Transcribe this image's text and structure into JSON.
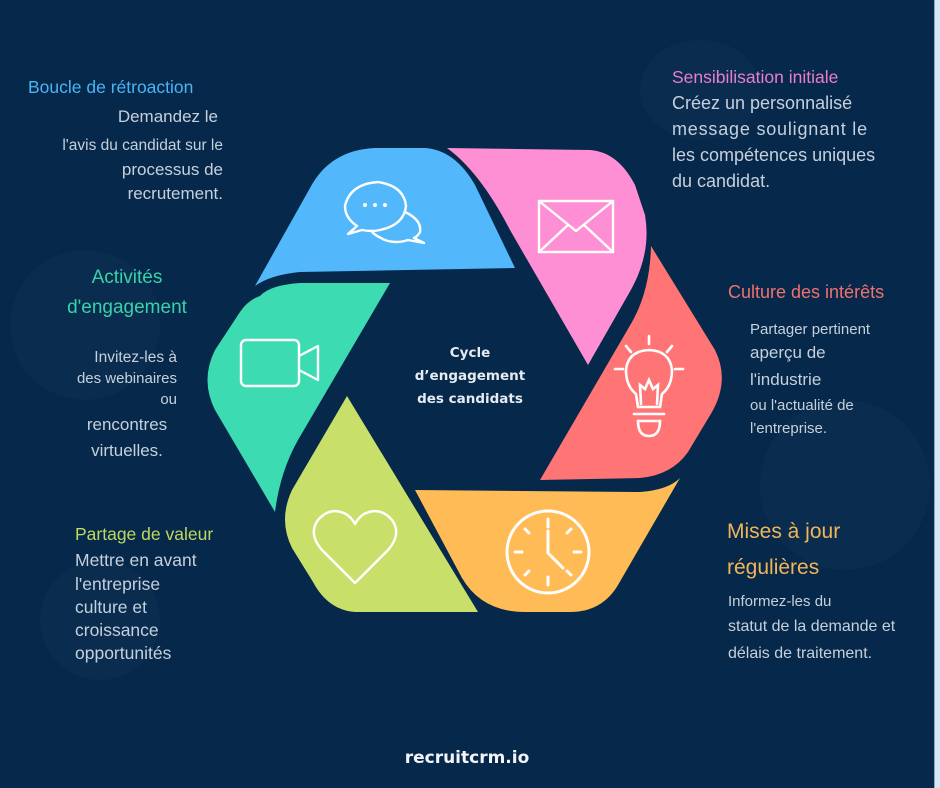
{
  "colors": {
    "background": "#06284a",
    "blue": "#52b8fb",
    "pink": "#ff8fd4",
    "red": "#ff7575",
    "orange": "#ffbb55",
    "lime": "#c8e06a",
    "teal": "#3ddbb2",
    "body_text": "#c6d0dc"
  },
  "center": {
    "line1": "Cycle",
    "line2": "d’engagement",
    "line3": "des candidats"
  },
  "segments": [
    {
      "id": "feedback",
      "icon": "chat-bubbles-icon",
      "color": "#52b8fb",
      "title": "Boucle de rétroaction",
      "title_color": "#4ab4f5",
      "lines": [
        "Demandez le",
        "l'avis du candidat sur le",
        "processus de",
        "recrutement."
      ]
    },
    {
      "id": "outreach",
      "icon": "envelope-icon",
      "color": "#ff8fd4",
      "title": "Sensibilisation initiale",
      "title_color": "#e97ec8",
      "lines": [
        "Créez un personnalisé",
        "message soulignant le",
        "les compétences uniques",
        "du candidat."
      ]
    },
    {
      "id": "interest",
      "icon": "lightbulb-icon",
      "color": "#ff7575",
      "title": "Culture des intérêts",
      "title_color": "#f0716e",
      "lines": [
        "Partager pertinent",
        "aperçu de",
        "l'industrie",
        "ou l'actualité de",
        "l'entreprise."
      ]
    },
    {
      "id": "updates",
      "icon": "clock-icon",
      "color": "#ffbb55",
      "title_line1": "Mises à jour",
      "title_line2": "régulières",
      "title_color": "#f2b458",
      "lines": [
        "Informez-les du",
        "statut de la demande et",
        "délais de traitement."
      ]
    },
    {
      "id": "value",
      "icon": "heart-icon",
      "color": "#c8e06a",
      "title": "Partage de valeur",
      "title_color": "#bfd860",
      "lines": [
        "Mettre en avant",
        "l'entreprise",
        "culture et",
        "croissance",
        "opportunités"
      ]
    },
    {
      "id": "activities",
      "icon": "video-camera-icon",
      "color": "#3ddbb2",
      "title_line1": "Activités",
      "title_line2": "d'engagement",
      "title_color": "#38d2aa",
      "lines": [
        "Invitez-les à",
        "des webinaires",
        "ou",
        "rencontres",
        "virtuelles."
      ]
    }
  ],
  "footer": {
    "brand": "recruitcrm.io"
  }
}
